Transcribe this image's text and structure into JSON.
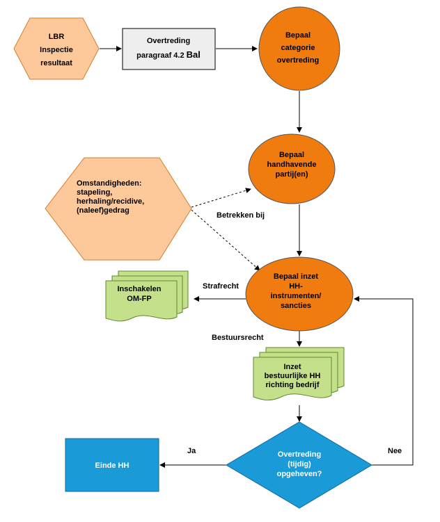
{
  "nodes": {
    "lbr": {
      "lines": [
        "LBR",
        "Inspectie",
        "resultaat"
      ]
    },
    "overtreding": {
      "line1": "Overtreding",
      "line2a": "paragraaf 4.2 ",
      "line2b": "Bal"
    },
    "categorie": {
      "lines": [
        "Bepaal",
        "categorie",
        "overtreding"
      ]
    },
    "partij": {
      "lines": [
        "Bepaal",
        "handhavende",
        "partij(en)"
      ]
    },
    "omstandigheden": {
      "lines": [
        "Omstandigheden:",
        "stapeling,",
        "herhaling/recidive,",
        "(naleef)gedrag"
      ]
    },
    "inzet": {
      "lines": [
        "Bepaal inzet",
        "HH-",
        "instrumenten/",
        "sancties"
      ]
    },
    "om_fp": {
      "lines": [
        "Inschakelen",
        "OM-FP"
      ]
    },
    "bestuurlijk": {
      "lines": [
        "Inzet",
        "bestuurlijke HH",
        "richting bedrijf"
      ]
    },
    "opgeheven": {
      "lines": [
        "Overtreding",
        "(tijdig)",
        "opgeheven?"
      ]
    },
    "einde": {
      "label": "Einde HH"
    }
  },
  "edges": {
    "betrekken": "Betrekken bij",
    "strafrecht": "Strafrecht",
    "bestuursrecht": "Bestuursrecht",
    "ja": "Ja",
    "nee": "Nee"
  },
  "colors": {
    "orange": "#f07b0f",
    "peach": "#fdc99b",
    "grey_box": "#eeeeee",
    "green": "#c4e08a",
    "blue": "#1a9ad6"
  }
}
